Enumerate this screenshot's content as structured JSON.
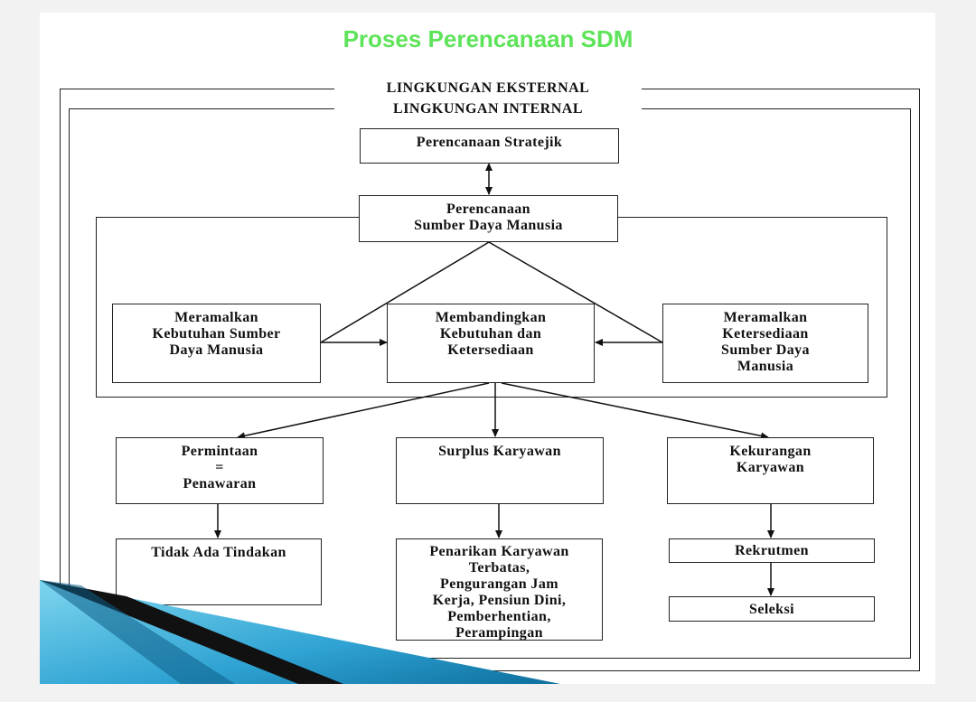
{
  "title": "Proses Perencanaan SDM",
  "labels": {
    "external": "LINGKUNGAN EKSTERNAL",
    "internal": "LINGKUNGAN INTERNAL"
  },
  "boxes": {
    "strategic": [
      "Perencanaan Stratejik"
    ],
    "hr_planning": [
      "Perencanaan",
      "Sumber Daya Manusia"
    ],
    "forecast_need": [
      "Meramalkan",
      "Kebutuhan Sumber",
      "Daya Manusia"
    ],
    "compare": [
      "Membandingkan",
      "Kebutuhan dan",
      "Ketersediaan"
    ],
    "forecast_supply": [
      "Meramalkan",
      "Ketersediaan",
      "Sumber Daya",
      "Manusia"
    ],
    "demand_supply": [
      "Permintaan",
      "=",
      "Penawaran"
    ],
    "surplus": [
      "Surplus Karyawan"
    ],
    "shortage": [
      "Kekurangan",
      "Karyawan"
    ],
    "no_action": [
      "Tidak Ada Tindakan"
    ],
    "surplus_action": [
      "Penarikan Karyawan",
      "Terbatas,",
      "Pengurangan Jam",
      "Kerja, Pensiun Dini,",
      "Pemberhentian,",
      "Perampingan"
    ],
    "recruitment": [
      "Rekrutmen"
    ],
    "selection": [
      "Seleksi"
    ]
  },
  "colors": {
    "title": "#5ee35a",
    "ribbon_light": "#5ec8e8",
    "ribbon_dark": "#1a7fb0"
  }
}
